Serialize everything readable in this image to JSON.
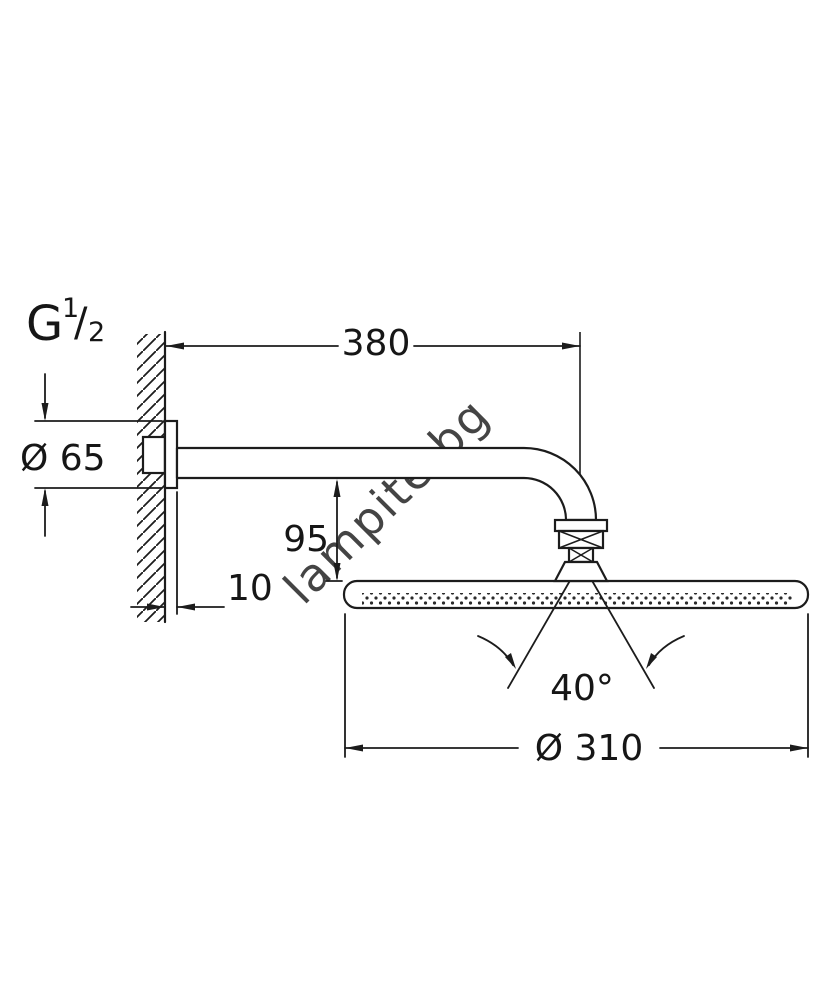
{
  "page": {
    "background": "#ffffff"
  },
  "drawing": {
    "thread_label": {
      "prefix": "G",
      "numerator": "1",
      "slash": "/",
      "denominator": "2"
    },
    "dims": {
      "arm_length": "380",
      "escutcheon_diameter": "Ø 65",
      "height_drop": "95",
      "escutcheon_depth": "10",
      "swivel_angle": "40°",
      "head_diameter": "Ø 310"
    },
    "watermark": "lampite.bg",
    "colors": {
      "line": "#1c1c1c",
      "watermark": "#c9c9c9"
    }
  }
}
